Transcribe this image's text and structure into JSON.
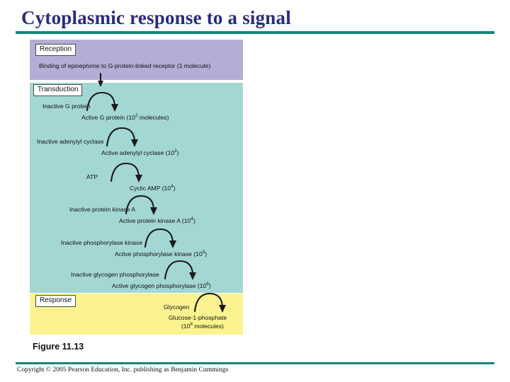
{
  "slide": {
    "title": "Cytoplasmic response to a signal",
    "figure_caption": "Figure 11.13",
    "copyright": "Copyright © 2005 Pearson Education, Inc. publishing as Benjamin Cummings"
  },
  "colors": {
    "title_text": "#2b2b7c",
    "rule": "#11877b",
    "reception_panel": "#b2aed6",
    "transduction_panel": "#a3d7d3",
    "response_panel": "#faf38f",
    "arrow": "#1a1a1a",
    "chip_background": "#ffffff",
    "chip_border": "#4a4a4a"
  },
  "stages": [
    {
      "key": "reception",
      "label": "Reception"
    },
    {
      "key": "transduction",
      "label": "Transduction"
    },
    {
      "key": "response",
      "label": "Response"
    }
  ],
  "reception": {
    "text": "Binding of epinephrine to G-protein-linked receptor (1 molecule)",
    "molecules": "1 molecule"
  },
  "cascade": [
    {
      "inactive": "Inactive G protein",
      "active": "Active G protein (10",
      "exponent": "2",
      "active_tail": " molecules)"
    },
    {
      "inactive": "Inactive adenylyl cyclase",
      "active": "Active adenylyl cyclase (10",
      "exponent": "2",
      "active_tail": ")"
    },
    {
      "inactive": "ATP",
      "active": "Cyclic AMP (10",
      "exponent": "4",
      "active_tail": ")"
    },
    {
      "inactive": "Inactive protein kinase A",
      "active": "Active protein kinase A (10",
      "exponent": "4",
      "active_tail": ")"
    },
    {
      "inactive": "Inactive phosphorylase kinase",
      "active": "Active phosphorylase kinase (10",
      "exponent": "5",
      "active_tail": ")"
    },
    {
      "inactive": "Inactive glycogen phosphorylase",
      "active": "Active glycogen phosphorylase (10",
      "exponent": "6",
      "active_tail": ")"
    }
  ],
  "response": {
    "substrate": "Glycogen",
    "product": "Glucose-1-phosphate",
    "product_amount_prefix": "(10",
    "product_exponent": "8",
    "product_amount_suffix": " molecules)"
  }
}
